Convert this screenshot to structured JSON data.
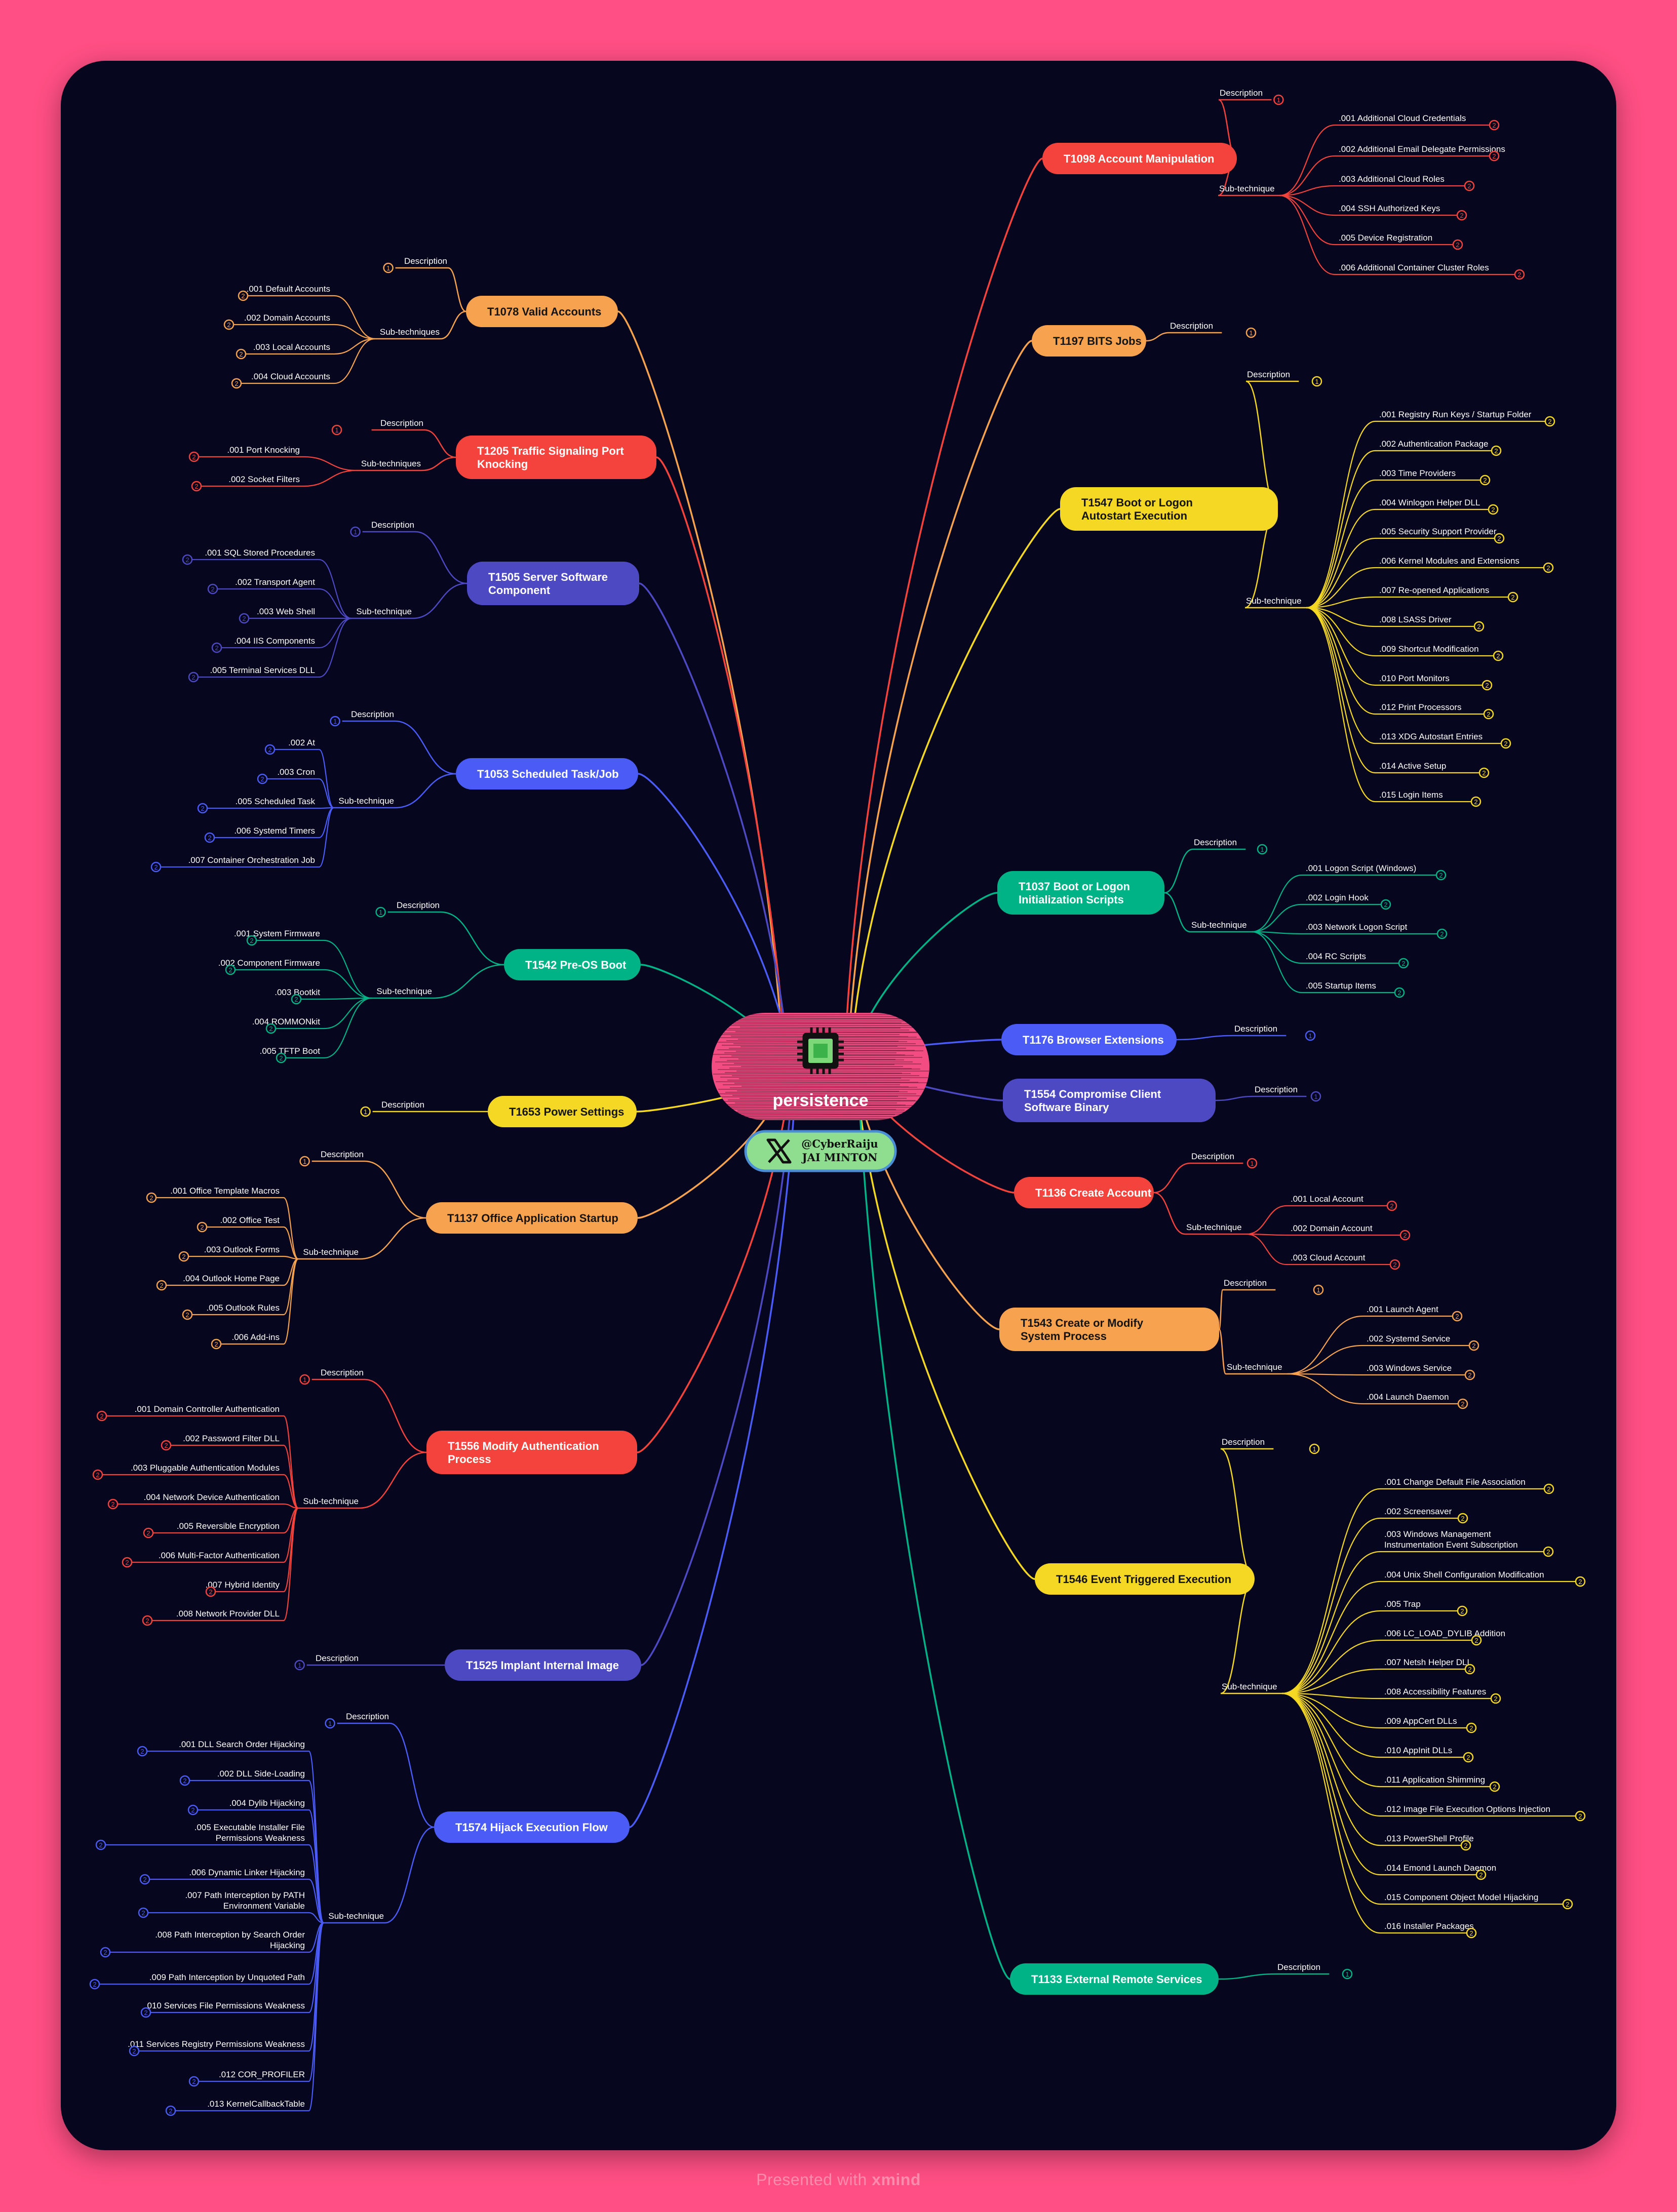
{
  "center": {
    "label": "persistence",
    "icon": "cpu-chip-icon"
  },
  "author": {
    "handle": "@CyberRaiju",
    "name": "JAI MINTON",
    "icon": "x-logo-icon"
  },
  "footer": {
    "prefix": "Presented with",
    "brand": "xmind"
  },
  "colors": {
    "background": "#ff4f84",
    "card": "#06061f",
    "red": "#f4433c",
    "orange": "#f7a24e",
    "yellow": "#f5d824",
    "green": "#00b386",
    "blue": "#4a5cf5",
    "indigo": "#4d49c2"
  },
  "techniques": [
    {
      "id": "T1098",
      "label": "T1098 Account Manipulation",
      "color": "red",
      "side": "right",
      "groups": [
        {
          "label": "Description",
          "children": []
        },
        {
          "label": "Sub-technique",
          "children": [
            ".001  Additional Cloud Credentials",
            ".002 Additional Email Delegate Permissions",
            ".003 Additional Cloud Roles",
            ".004 SSH Authorized Keys",
            ".005 Device Registration",
            ".006 Additional Container Cluster Roles"
          ]
        }
      ]
    },
    {
      "id": "T1197",
      "label": "T1197 BITS Jobs",
      "color": "orange",
      "side": "right",
      "groups": [
        {
          "label": "Description",
          "children": []
        }
      ]
    },
    {
      "id": "T1547",
      "label": "T1547 Boot or Logon Autostart Execution",
      "color": "yellow",
      "side": "right",
      "groups": [
        {
          "label": "Description",
          "children": []
        },
        {
          "label": "Sub-technique",
          "children": [
            ".001 Registry Run Keys / Startup Folder",
            ".002 Authentication Package",
            ".003 Time Providers",
            ".004 Winlogon Helper DLL",
            ".005 Security Support Provider",
            ".006 Kernel Modules and Extensions",
            ".007 Re-opened Applications",
            ".008 LSASS Driver",
            ".009 Shortcut Modification",
            ".010 Port Monitors",
            ".012 Print Processors",
            ".013 XDG Autostart Entries",
            ".014 Active Setup",
            ".015 Login Items"
          ]
        }
      ]
    },
    {
      "id": "T1037",
      "label": "T1037 Boot or Logon Initialization Scripts",
      "color": "green",
      "side": "right",
      "groups": [
        {
          "label": "Description",
          "children": []
        },
        {
          "label": "Sub-technique",
          "children": [
            ".001 Logon Script (Windows)",
            ".002 Login Hook",
            ".003 Network Logon Script",
            ".004 RC Scripts",
            ".005 Startup Items"
          ]
        }
      ]
    },
    {
      "id": "T1176",
      "label": "T1176 Browser Extensions",
      "color": "blue",
      "side": "right",
      "groups": [
        {
          "label": "Description",
          "children": []
        }
      ]
    },
    {
      "id": "T1554",
      "label": "T1554 Compromise Client Software Binary",
      "color": "indigo",
      "side": "right",
      "groups": [
        {
          "label": "Description",
          "children": []
        }
      ]
    },
    {
      "id": "T1136",
      "label": "T1136 Create Account",
      "color": "red",
      "side": "right",
      "groups": [
        {
          "label": "Description",
          "children": []
        },
        {
          "label": "Sub-technique",
          "children": [
            ".001 Local Account",
            ".002 Domain Account",
            ".003 Cloud Account"
          ]
        }
      ]
    },
    {
      "id": "T1543",
      "label": "T1543 Create or Modify System Process",
      "color": "orange",
      "side": "right",
      "groups": [
        {
          "label": "Description",
          "children": []
        },
        {
          "label": "Sub-technique",
          "children": [
            ".001 Launch Agent",
            ".002 Systemd Service",
            ".003 Windows Service",
            ".004 Launch Daemon"
          ]
        }
      ]
    },
    {
      "id": "T1546",
      "label": "T1546 Event Triggered Execution",
      "color": "yellow",
      "side": "right",
      "groups": [
        {
          "label": "Description",
          "children": []
        },
        {
          "label": "Sub-technique",
          "children": [
            ".001 Change Default File Association",
            ".002 Screensaver",
            ".003 Windows Management Instrumentation Event Subscription",
            ".004 Unix Shell Configuration Modification",
            ".005 Trap",
            ".006 LC_LOAD_DYLIB Addition",
            ".007 Netsh Helper DLL",
            ".008 Accessibility Features",
            ".009 AppCert DLLs",
            ".010 AppInit DLLs",
            ".011 Application Shimming",
            ".012 Image File Execution Options Injection",
            ".013 PowerShell Profile",
            ".014 Emond Launch Daemon",
            ".015 Component Object Model Hijacking",
            ".016 Installer Packages"
          ]
        }
      ]
    },
    {
      "id": "T1133",
      "label": "T1133 External Remote Services",
      "color": "green",
      "side": "right",
      "groups": [
        {
          "label": "Description",
          "children": []
        }
      ]
    },
    {
      "id": "T1078",
      "label": "T1078 Valid Accounts",
      "color": "orange",
      "side": "left",
      "groups": [
        {
          "label": "Description",
          "children": []
        },
        {
          "label": "Sub-techniques",
          "children": [
            ".001 Default Accounts",
            ".002 Domain Accounts",
            ".003 Local Accounts",
            ".004 Cloud Accounts"
          ]
        }
      ]
    },
    {
      "id": "T1205",
      "label": "T1205 Traffic Signaling Port Knocking",
      "color": "red",
      "side": "left",
      "groups": [
        {
          "label": "Description",
          "children": []
        },
        {
          "label": "Sub-techniques",
          "children": [
            ".001 Port Knocking",
            ".002 Socket Filters"
          ]
        }
      ]
    },
    {
      "id": "T1505",
      "label": "T1505 Server Software Component",
      "color": "indigo",
      "side": "left",
      "groups": [
        {
          "label": "Description",
          "children": []
        },
        {
          "label": "Sub-technique",
          "children": [
            ".001 SQL Stored Procedures",
            ".002 Transport Agent",
            ".003 Web Shell",
            ".004 IIS Components",
            ".005 Terminal Services DLL"
          ]
        }
      ]
    },
    {
      "id": "T1053",
      "label": "T1053 Scheduled Task/Job",
      "color": "blue",
      "side": "left",
      "groups": [
        {
          "label": "Description",
          "children": []
        },
        {
          "label": "Sub-technique",
          "children": [
            ".002 At",
            ".003 Cron",
            ".005 Scheduled Task",
            ".006 Systemd Timers",
            ".007 Container Orchestration Job"
          ]
        }
      ]
    },
    {
      "id": "T1542",
      "label": "T1542 Pre-OS Boot",
      "color": "green",
      "side": "left",
      "groups": [
        {
          "label": "Description",
          "children": []
        },
        {
          "label": "Sub-technique",
          "children": [
            ".001 System Firmware",
            ".002 Component Firmware",
            ".003 Bootkit",
            ".004 ROMMONkit",
            ".005 TFTP Boot"
          ]
        }
      ]
    },
    {
      "id": "T1653",
      "label": "T1653 Power Settings",
      "color": "yellow",
      "side": "left",
      "groups": [
        {
          "label": "Description",
          "children": []
        }
      ]
    },
    {
      "id": "T1137",
      "label": "T1137 Office Application Startup",
      "color": "orange",
      "side": "left",
      "groups": [
        {
          "label": "Description",
          "children": []
        },
        {
          "label": "Sub-technique",
          "children": [
            ".001 Office Template Macros",
            ".002 Office Test",
            ".003 Outlook Forms",
            ".004 Outlook Home Page",
            ".005 Outlook Rules",
            ".006 Add-ins"
          ]
        }
      ]
    },
    {
      "id": "T1556",
      "label": "T1556 Modify Authentication Process",
      "color": "red",
      "side": "left",
      "groups": [
        {
          "label": "Description",
          "children": []
        },
        {
          "label": "Sub-technique",
          "children": [
            ".001 Domain Controller Authentication",
            ".002 Password Filter DLL",
            ".003 Pluggable Authentication Modules",
            ".004 Network Device Authentication",
            ".005  Reversible Encryption",
            ".006 Multi-Factor Authentication",
            ".007 Hybrid Identity",
            ".008  Network Provider DLL"
          ]
        }
      ]
    },
    {
      "id": "T1525",
      "label": "T1525 Implant Internal Image",
      "color": "indigo",
      "side": "left",
      "groups": [
        {
          "label": "Description",
          "children": []
        }
      ]
    },
    {
      "id": "T1574",
      "label": "T1574 Hijack Execution Flow",
      "color": "blue",
      "side": "left",
      "groups": [
        {
          "label": "Description",
          "children": []
        },
        {
          "label": "Sub-technique",
          "children": [
            ".001 DLL Search Order Hijacking",
            ".002 DLL Side-Loading",
            ".004 Dylib Hijacking",
            ".005 Executable Installer File Permissions Weakness",
            ".006 Dynamic Linker Hijacking",
            ".007 Path Interception by PATH Environment Variable",
            ".008 Path Interception by Search Order Hijacking",
            ".009 Path Interception by Unquoted Path",
            ".010 Services File Permissions Weakness",
            ".011 Services Registry Permissions Weakness",
            ".012 COR_PROFILER",
            ".013 KernelCallbackTable"
          ]
        }
      ]
    }
  ]
}
